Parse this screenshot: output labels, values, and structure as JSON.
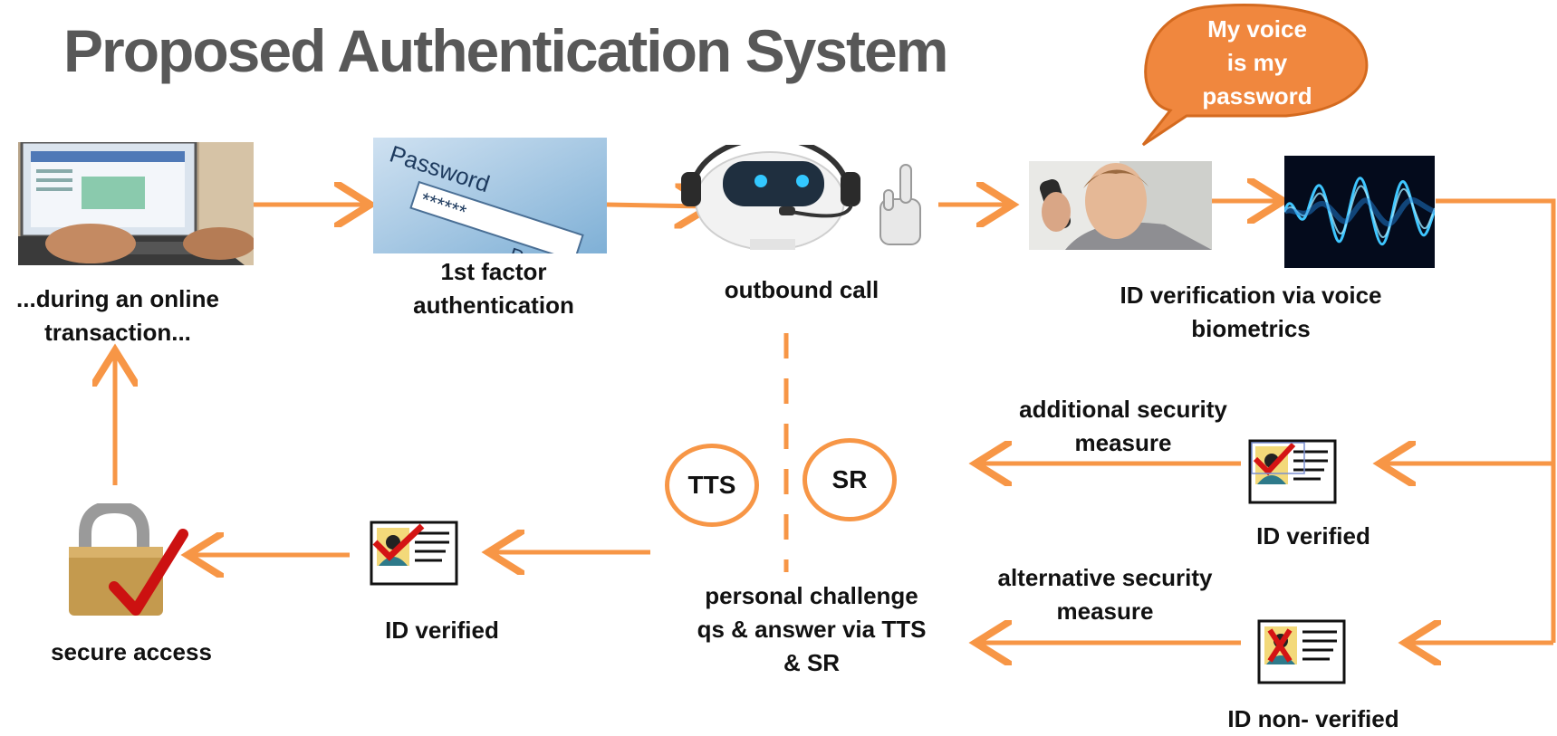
{
  "title": "Proposed Authentication System",
  "bubble": {
    "lines": [
      "My voice",
      "is my",
      "password"
    ],
    "color": "#f0873e"
  },
  "accent_color": "#f79646",
  "steps": {
    "online": [
      "...during an online",
      "transaction..."
    ],
    "factor": [
      "1st factor",
      "authentication"
    ],
    "call": "outbound call",
    "voice": [
      "ID verification via  voice",
      "biometrics"
    ],
    "additional": [
      "additional security",
      "measure"
    ],
    "id_verified_right": "ID verified",
    "alternative": [
      "alternative security",
      "measure"
    ],
    "id_nonverified": "ID non- verified",
    "challenge": [
      "personal challenge",
      "qs & answer via TTS",
      "& SR"
    ],
    "id_verified_mid": "ID verified",
    "secure": "secure access"
  },
  "circles": {
    "tts": "TTS",
    "sr": "SR"
  },
  "images": {
    "laptop": "laptop-photo",
    "password": "password-field-photo",
    "robot": "robot-headset-icon",
    "caller": "man-on-phone-photo",
    "waveform": "voice-waveform-image",
    "padlock": "padlock-check-icon",
    "id_card": "id-card-icon"
  }
}
